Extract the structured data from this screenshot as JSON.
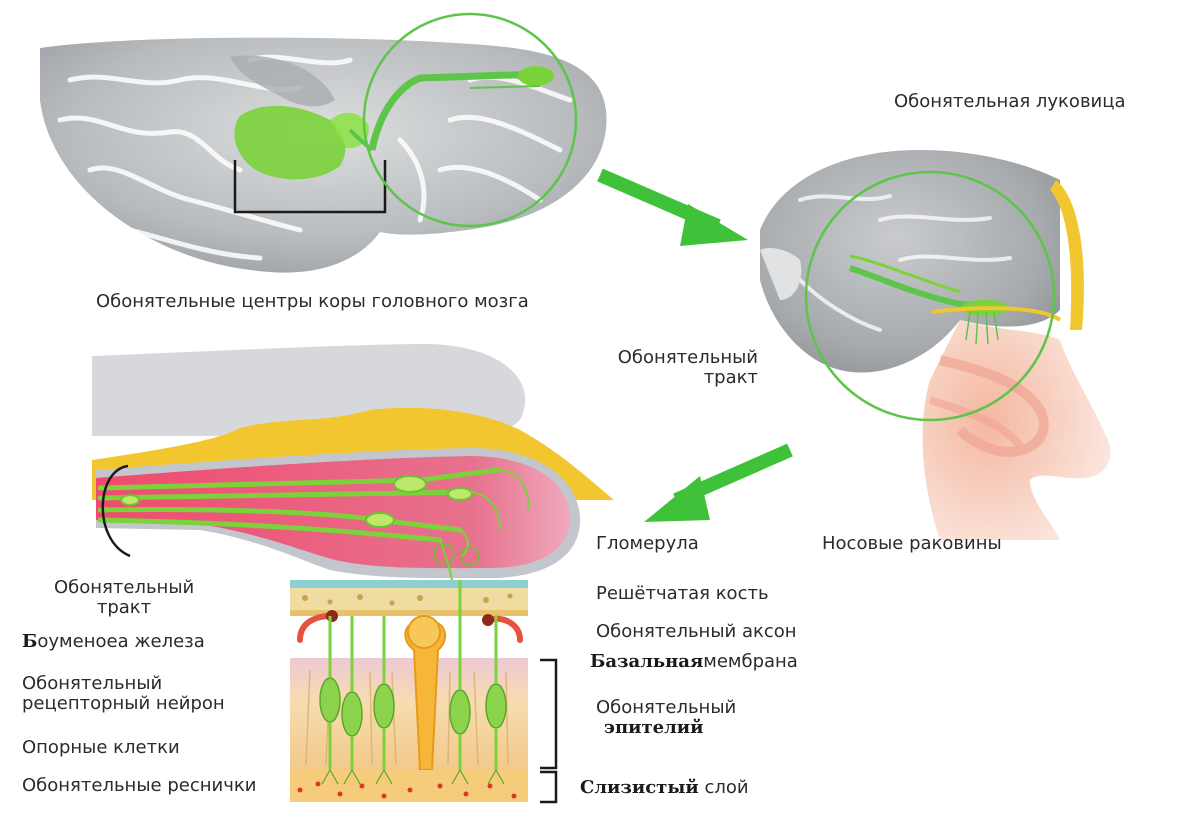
{
  "labels": {
    "cortex_centers": "Обонятельные центры коры головного мозга",
    "olfactory_bulb": "Обонятельная луковица",
    "olfactory_tract_top_1": "Обонятельный",
    "olfactory_tract_top_2": "тракт",
    "nasal_conchae": "Носовые раковины",
    "glomerulus": "Гломерула",
    "cribriform_plate": "Решётчатая кость",
    "olfactory_axon": "Обонятельный аксон",
    "basal_membrane_bold": "Базальная",
    "basal_membrane_rest": "мембрана",
    "olfactory_epithelium_1": "Обонятельный",
    "olfactory_epithelium_2": "эпителий",
    "mucus_layer_bold": "Слизистый",
    "mucus_layer_rest": "слой",
    "olfactory_tract_bottom_1": "Обонятельный",
    "olfactory_tract_bottom_2": "тракт",
    "bowman_gland_first": "Б",
    "bowman_gland_rest": "оуменоеа железа",
    "receptor_neuron_1": "Обонятельный",
    "receptor_neuron_2": "рецепторный нейрон",
    "supporting_cells": "Опорные клетки",
    "olfactory_cilia": "Обонятельные реснички"
  },
  "colors": {
    "brain_gray": "#b9bcbf",
    "highlight_green": "#7bd23a",
    "arrow_green": "#3fc23a",
    "bulb_pink": "#e8557a",
    "fat_yellow": "#f2c62e",
    "skin": "#f3d2c0",
    "epithelium": "#f6d9a0",
    "bracket": "#1a1a1a"
  }
}
